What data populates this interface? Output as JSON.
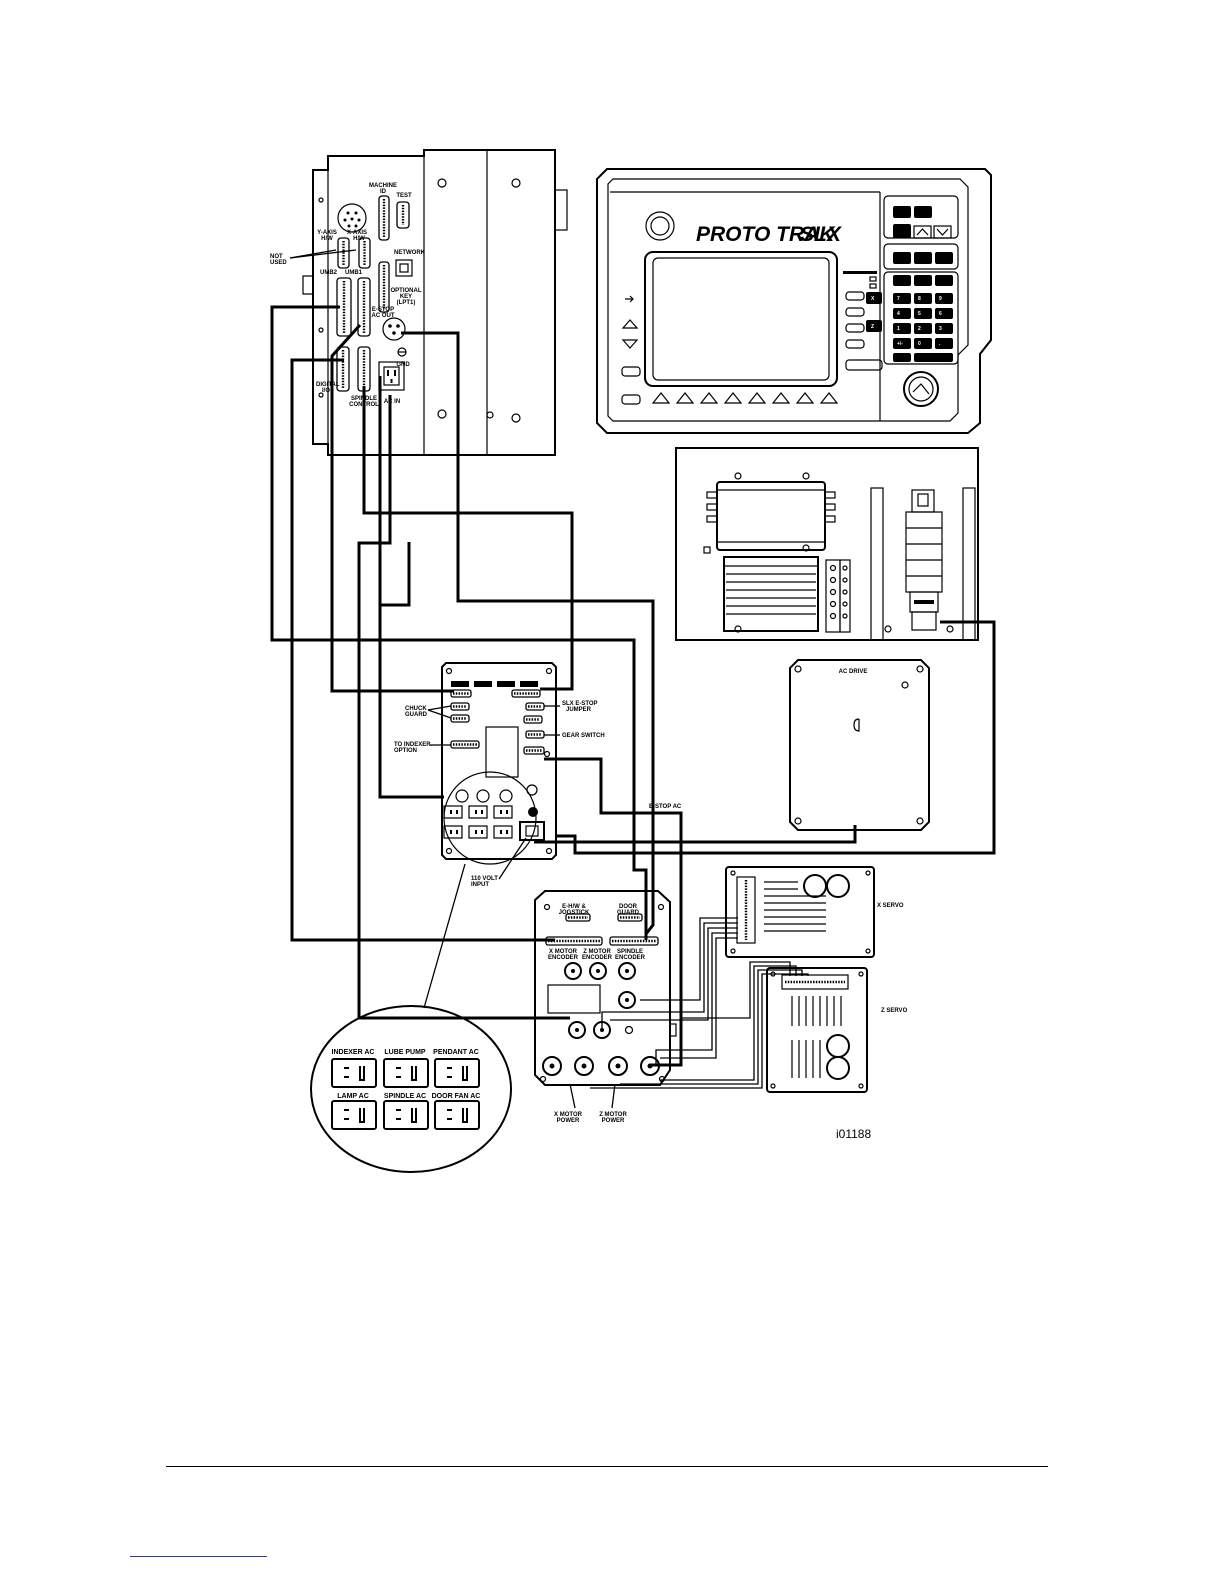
{
  "computer": {
    "labels": {
      "machine_id": [
        "MACHINE",
        "ID"
      ],
      "test": "TEST",
      "y_axis_hw": [
        "Y-AXIS",
        "H/W"
      ],
      "x_axis_hw": [
        "X-AXIS",
        "H/W"
      ],
      "not_used": [
        "NOT",
        "USED"
      ],
      "network": "NETWORK",
      "umb2": "UMB2",
      "umb1": "UMB1",
      "optional_key": [
        "OPTIONAL",
        "KEY",
        "(LPT1)"
      ],
      "estop_ac_out": [
        "E-STOP",
        "AC OUT"
      ],
      "gnd": "GND",
      "digital_io": [
        "DIGITAL",
        "I/O"
      ],
      "spindle_control": [
        "SPINDLE",
        "CONTROL"
      ],
      "ac_in": "AC IN"
    }
  },
  "pendant": {
    "brand": "PROTO TRAK",
    "model": "SLX"
  },
  "ac_drive": {
    "label": "AC DRIVE"
  },
  "electrical_box": {
    "labels": {
      "chuck_guard": [
        "CHUCK",
        "GUARD"
      ],
      "to_indexer_option": [
        "TO INDEXER",
        "OPTION"
      ],
      "slx_estop_jumper": [
        "SLX E-STOP",
        "JUMPER"
      ],
      "gear_switch": "GEAR SWITCH",
      "estop_ac": "E-STOP AC",
      "volt_input": [
        "110 VOLT",
        "INPUT"
      ]
    }
  },
  "servo_box": {
    "labels": {
      "ehw_jogstick": [
        "E-H/W &",
        "JOGSTICK"
      ],
      "door_guard": [
        "DOOR",
        "GUARD"
      ],
      "x_motor_encoder": [
        "X MOTOR",
        "ENCODER"
      ],
      "z_motor_encoder": [
        "Z MOTOR",
        "ENCODER"
      ],
      "spindle_encoder": [
        "SPINDLE",
        "ENCODER"
      ],
      "x_motor_power": [
        "X MOTOR",
        "POWER"
      ],
      "z_motor_power": [
        "Z MOTOR",
        "POWER"
      ]
    }
  },
  "servos": {
    "x_servo": "X SERVO",
    "z_servo": "Z SERVO"
  },
  "outlets": {
    "top": [
      "INDEXER AC",
      "LUBE PUMP",
      "PENDANT AC"
    ],
    "bottom": [
      "LAMP AC",
      "SPINDLE AC",
      "DOOR FAN AC"
    ]
  },
  "figure_id": "i01188"
}
